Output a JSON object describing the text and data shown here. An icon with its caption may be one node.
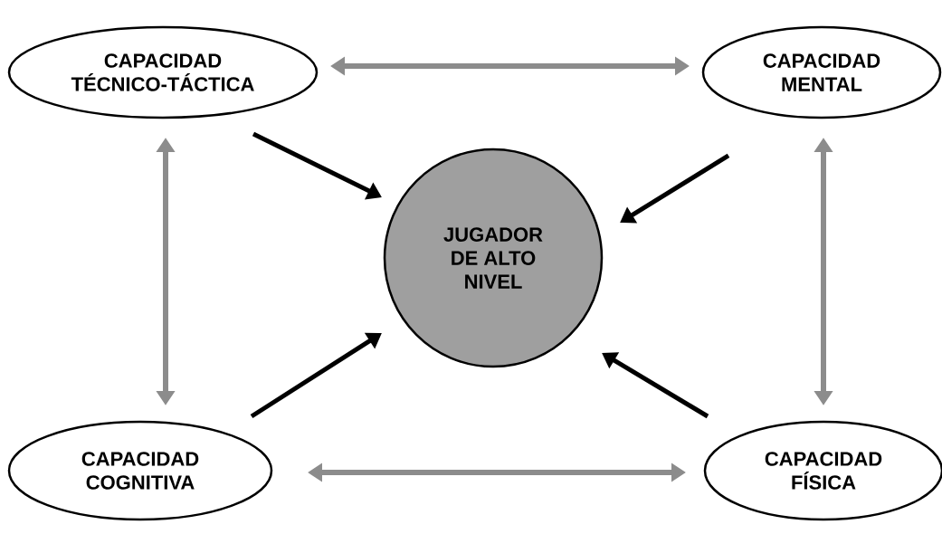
{
  "diagram": {
    "nodes": [
      {
        "text": [
          "CAPACIDAD TÉCNICO-TÁCTICA"
        ]
      },
      {
        "text": [
          "CAPACIDAD MENTAL"
        ]
      },
      {
        "text": [
          "JUGADOR DE ALTO NIVEL"
        ]
      },
      {
        "text": [
          "CAPACIDAD COGNITIVA"
        ]
      },
      {
        "text": [
          "CAPACIDAD FÍSICA"
        ]
      }
    ],
    "edges": [
      {
        "from": 0,
        "to": 1,
        "arrow": "both"
      },
      {
        "from": 0,
        "to": 3,
        "arrow": "both"
      },
      {
        "from": 1,
        "to": 4,
        "arrow": "both"
      },
      {
        "from": 3,
        "to": 4,
        "arrow": "both"
      },
      {
        "from": 0,
        "to": 2,
        "arrow": "to",
        "color": "#000000"
      },
      {
        "from": 1,
        "to": 2,
        "arrow": "to",
        "color": "#000000"
      },
      {
        "from": 3,
        "to": 2,
        "arrow": "to",
        "color": "#000000"
      },
      {
        "from": 4,
        "to": 2,
        "arrow": "to",
        "color": "#000000"
      }
    ]
  }
}
